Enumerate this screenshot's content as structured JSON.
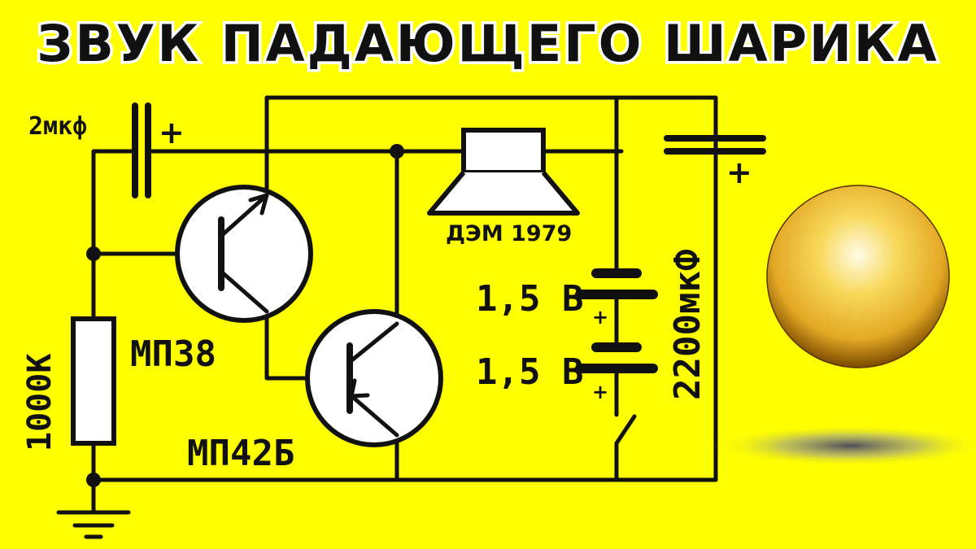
{
  "title": "ЗВУК ПАДАЮЩЕГО ШАРИКА",
  "components": {
    "input_capacitor": {
      "value": "2мкф",
      "polarity": "+"
    },
    "resistor": {
      "value": "1000К"
    },
    "transistor_1": {
      "model": "МП38"
    },
    "transistor_2": {
      "model": "МП42Б"
    },
    "speaker": {
      "model": "ДЭМ 1979"
    },
    "battery_1": {
      "voltage": "1,5 В",
      "polarity": "+"
    },
    "battery_2": {
      "voltage": "1,5 В",
      "polarity": "+"
    },
    "output_capacitor": {
      "value": "2200мкФ",
      "polarity": "+"
    }
  },
  "colors": {
    "background": "#ffff00",
    "ink": "#111111",
    "ball_highlight": "#fffbe8",
    "ball_mid": "#f5c93a",
    "ball_shadow": "#7a4a00"
  }
}
